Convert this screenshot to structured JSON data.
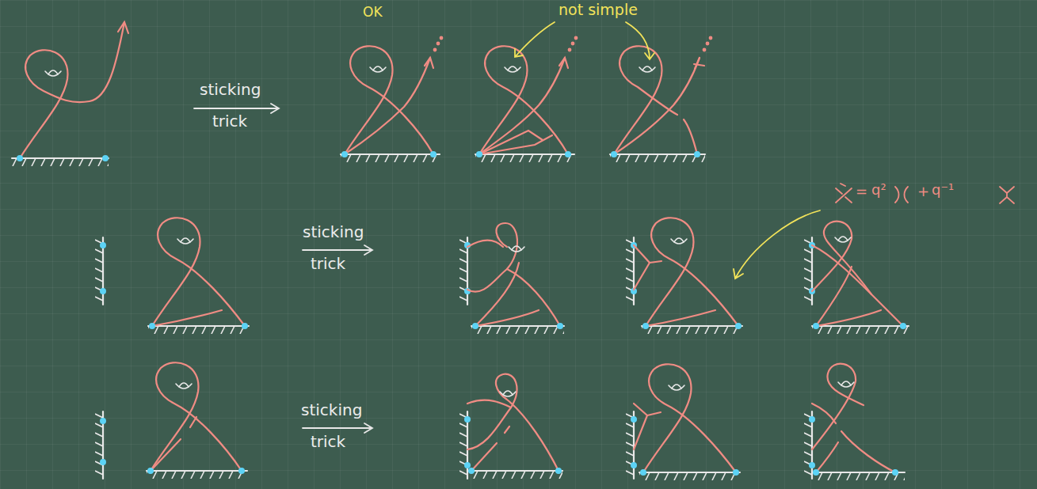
{
  "diagram": {
    "labels": [
      "not simple",
      "OK",
      "sticking",
      "trick",
      "=",
      "q²",
      "+",
      "q⁻¹",
      "sticking",
      "trick",
      "sticking",
      "trick"
    ]
  }
}
